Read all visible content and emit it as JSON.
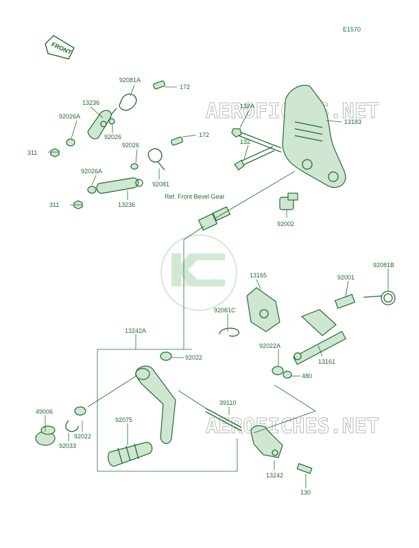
{
  "code": "E1570",
  "front_badge": "FRONT",
  "watermark": "AEROFICHES.NET",
  "logo_text": "Kawasaki",
  "note_ref": "Ref. Front Bevel Gear",
  "parts": {
    "p92081A": "92081A",
    "p172a": "172",
    "p13236a": "13236",
    "p92026Aa": "92026A",
    "p92026a": "92026",
    "p311a": "311",
    "p92026b": "92026",
    "p172b": "172",
    "p92026Ab": "92026A",
    "p92081": "92081",
    "p311b": "311",
    "p13236b": "13236",
    "p132A": "132A",
    "p13183": "13183",
    "p132": "132",
    "p92002": "92002",
    "p13165": "13165",
    "p92081C": "92081C",
    "p92001": "92001",
    "p92081B": "92081B",
    "p13242A": "13242A",
    "p92022a": "92022",
    "p92022A": "92022A",
    "p480": "480",
    "p13161": "13161",
    "p49006": "49006",
    "p92075": "92075",
    "p92022b": "92022",
    "p92033": "92033",
    "p39110": "39110",
    "p13242": "13242",
    "p130": "130"
  }
}
